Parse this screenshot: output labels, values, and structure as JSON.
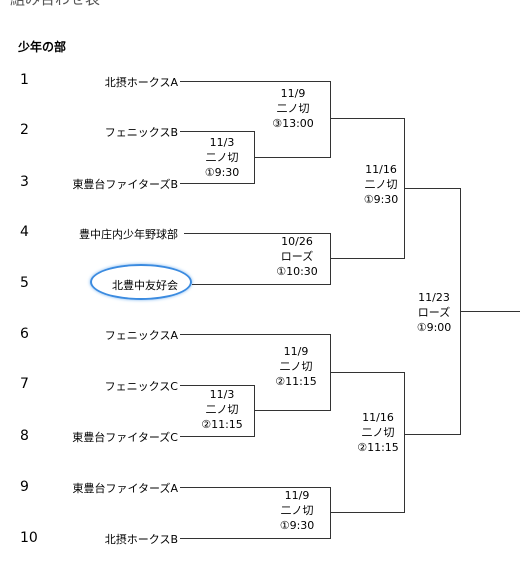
{
  "page": {
    "title": "組み合わせ表"
  },
  "section": {
    "title": "少年の部"
  },
  "seeds": [
    "1",
    "2",
    "3",
    "4",
    "5",
    "6",
    "7",
    "8",
    "9",
    "10"
  ],
  "teams": [
    "北摂ホークスA",
    "フェニックスB",
    "東豊台ファイターズB",
    "豊中庄内少年野球部",
    "北豊中友好会",
    "フェニックスA",
    "フェニックスC",
    "東豊台ファイターズC",
    "東豊台ファイターズA",
    "北摂ホークスB"
  ],
  "matches": {
    "m23": {
      "date": "11/3",
      "venue": "二ノ切",
      "slot": "①9:30"
    },
    "m123": {
      "date": "11/9",
      "venue": "二ノ切",
      "slot": "③13:00"
    },
    "m45": {
      "date": "10/26",
      "venue": "ローズ",
      "slot": "①10:30"
    },
    "semi_top": {
      "date": "11/16",
      "venue": "二ノ切",
      "slot": "①9:30"
    },
    "m78": {
      "date": "11/3",
      "venue": "二ノ切",
      "slot": "②11:15"
    },
    "m678": {
      "date": "11/9",
      "venue": "二ノ切",
      "slot": "②11:15"
    },
    "semi_bot": {
      "date": "11/16",
      "venue": "二ノ切",
      "slot": "②11:15"
    },
    "m910": {
      "date": "11/9",
      "venue": "二ノ切",
      "slot": "①9:30"
    },
    "final": {
      "date": "11/23",
      "venue": "ローズ",
      "slot": "①9:00"
    }
  },
  "highlight": {
    "color": "#3b8be0"
  }
}
